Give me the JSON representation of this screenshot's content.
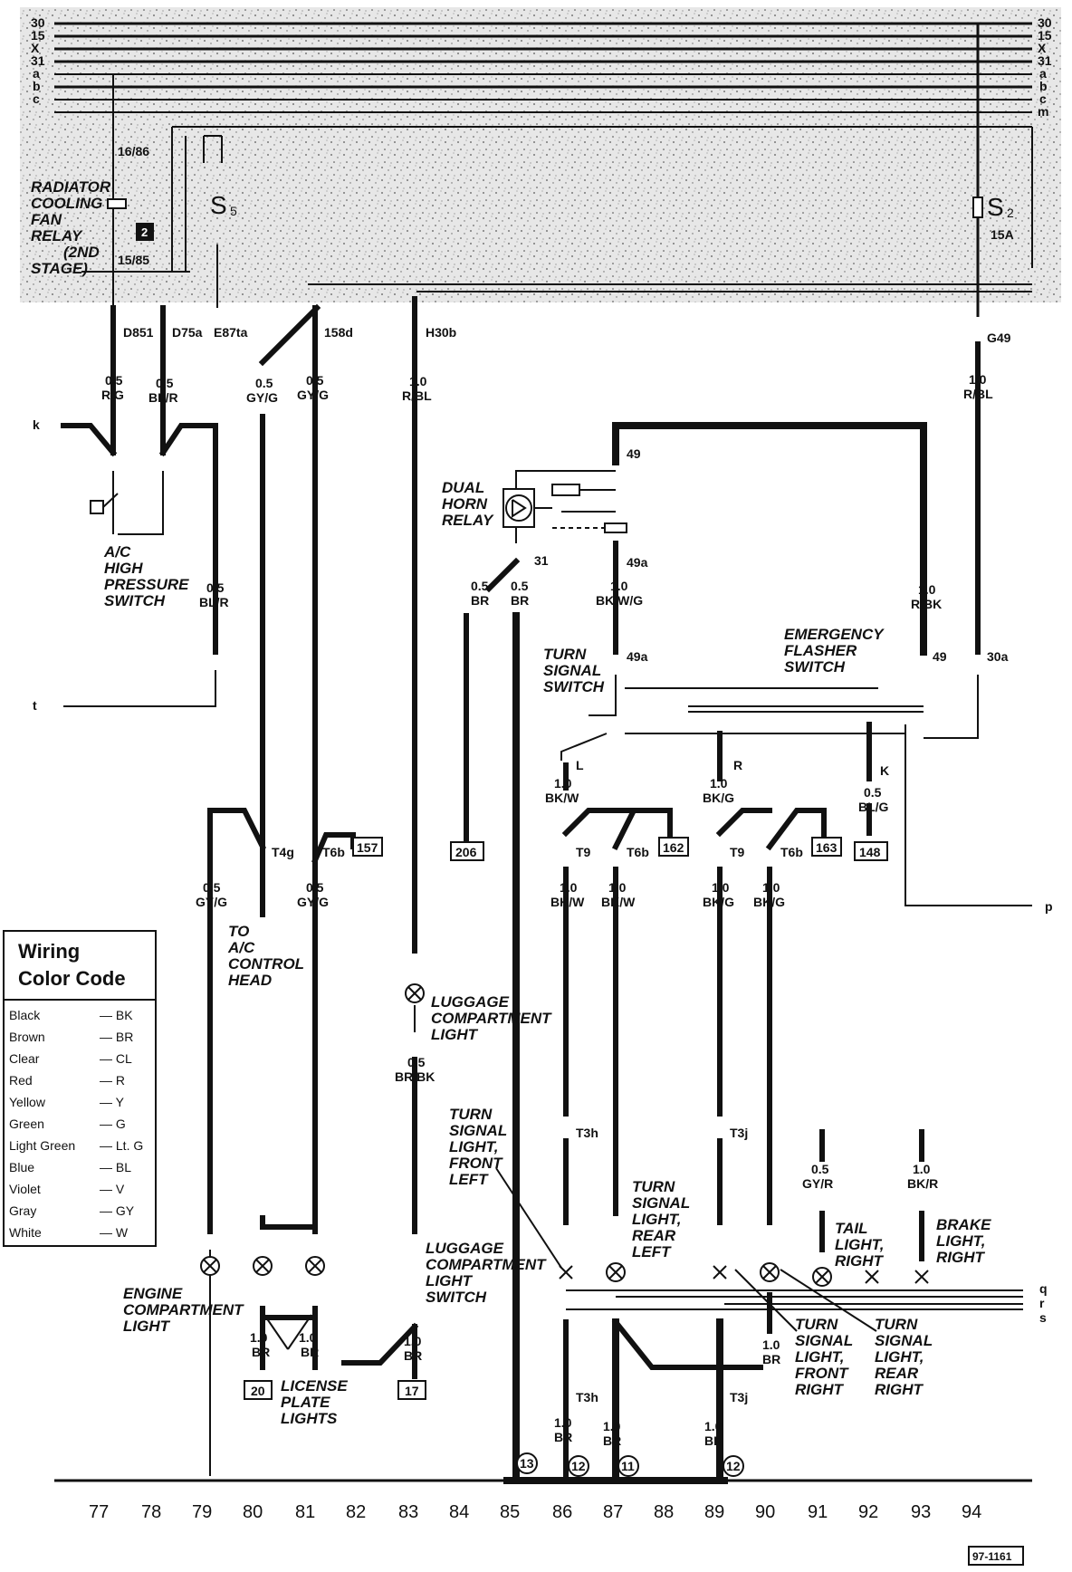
{
  "bus_labels_left": [
    "30",
    "15",
    "X",
    "31",
    "a",
    "b",
    "c"
  ],
  "bus_labels_right": [
    "30",
    "15",
    "X",
    "31",
    "a",
    "b",
    "c",
    "m"
  ],
  "relay": {
    "pin_top": "16/86",
    "pin_bottom": "15/85",
    "name_lines": [
      "RADIATOR",
      "COOLING",
      "FAN",
      "RELAY",
      "(2ND",
      "STAGE)"
    ],
    "badge": "2"
  },
  "fuse_s5": {
    "label": "S",
    "sub": "5"
  },
  "fuse_s2": {
    "label": "S",
    "sub": "2",
    "rating": "15A"
  },
  "connector_codes": [
    "D851",
    "D75a",
    "E87ta",
    "158d",
    "H30b",
    "G49"
  ],
  "wire_specs": [
    {
      "gauge": "0.5",
      "color": "R/G"
    },
    {
      "gauge": "0.5",
      "color": "BL/R"
    },
    {
      "gauge": "0.5",
      "color": "GY/G"
    },
    {
      "gauge": "0.5",
      "color": "GY/G"
    },
    {
      "gauge": "1.0",
      "color": "R/BL"
    },
    {
      "gauge": "1.0",
      "color": "R/BL"
    },
    {
      "gauge": "0.5",
      "color": "BL/R"
    },
    {
      "gauge": "0.5",
      "color": "BR"
    },
    {
      "gauge": "0.5",
      "color": "BR"
    },
    {
      "gauge": "1.0",
      "color": "BK/W/G"
    },
    {
      "gauge": "1.0",
      "color": "R/BK"
    },
    {
      "gauge": "1.0",
      "color": "BK/W"
    },
    {
      "gauge": "1.0",
      "color": "BK/G"
    },
    {
      "gauge": "0.5",
      "color": "BL/G"
    },
    {
      "gauge": "0.5",
      "color": "GY/G"
    },
    {
      "gauge": "0.5",
      "color": "GY/G"
    },
    {
      "gauge": "1.0",
      "color": "BK/W"
    },
    {
      "gauge": "1.0",
      "color": "BK/W"
    },
    {
      "gauge": "1.0",
      "color": "BK/G"
    },
    {
      "gauge": "1.0",
      "color": "BK/G"
    },
    {
      "gauge": "0.5",
      "color": "BR/BK"
    },
    {
      "gauge": "0.5",
      "color": "GY/R"
    },
    {
      "gauge": "1.0",
      "color": "BK/R"
    },
    {
      "gauge": "1.0",
      "color": "BR"
    },
    {
      "gauge": "1.0",
      "color": "BR"
    },
    {
      "gauge": "1.0",
      "color": "BR"
    },
    {
      "gauge": "1.0",
      "color": "BR"
    },
    {
      "gauge": "1.0",
      "color": "BR"
    },
    {
      "gauge": "1.0",
      "color": "BR"
    },
    {
      "gauge": "1.0",
      "color": "BR"
    }
  ],
  "edge_labels": [
    "k",
    "t",
    "p",
    "q",
    "r",
    "s"
  ],
  "terminals": [
    "49",
    "31",
    "49a",
    "49a",
    "49",
    "30a",
    "L",
    "R",
    "K"
  ],
  "connectors": [
    "T4g",
    "T6b",
    "T9",
    "T6b",
    "T9",
    "T6b",
    "T3h",
    "T3j",
    "T3h",
    "T3j"
  ],
  "ref_boxes": [
    "157",
    "206",
    "162",
    "163",
    "148",
    "20",
    "17"
  ],
  "ground_refs": [
    "13",
    "12",
    "11",
    "12"
  ],
  "components": {
    "ac_switch": [
      "A/C",
      "HIGH",
      "PRESSURE",
      "SWITCH"
    ],
    "horn_relay": [
      "DUAL",
      "HORN",
      "RELAY"
    ],
    "turn_switch": [
      "TURN",
      "SIGNAL",
      "SWITCH"
    ],
    "flasher_switch": [
      "EMERGENCY",
      "FLASHER",
      "SWITCH"
    ],
    "ac_head": [
      "TO",
      "A/C",
      "CONTROL",
      "HEAD"
    ],
    "luggage_light": [
      "LUGGAGE",
      "COMPARTMENT",
      "LIGHT"
    ],
    "luggage_switch": [
      "LUGGAGE",
      "COMPARTMENT",
      "LIGHT",
      "SWITCH"
    ],
    "engine_light": [
      "ENGINE",
      "COMPARTMENT",
      "LIGHT"
    ],
    "license_lights": [
      "LICENSE",
      "PLATE",
      "LIGHTS"
    ],
    "turn_front_left": [
      "TURN",
      "SIGNAL",
      "LIGHT,",
      "FRONT",
      "LEFT"
    ],
    "turn_rear_left": [
      "TURN",
      "SIGNAL",
      "LIGHT,",
      "REAR",
      "LEFT"
    ],
    "turn_front_right": [
      "TURN",
      "SIGNAL",
      "LIGHT,",
      "FRONT",
      "RIGHT"
    ],
    "turn_rear_right": [
      "TURN",
      "SIGNAL",
      "LIGHT,",
      "REAR",
      "RIGHT"
    ],
    "tail_right": [
      "TAIL",
      "LIGHT,",
      "RIGHT"
    ],
    "brake_right": [
      "BRAKE",
      "LIGHT,",
      "RIGHT"
    ]
  },
  "legend": {
    "title": [
      "Wiring",
      "Color Code"
    ],
    "rows": [
      {
        "name": "Black",
        "code": "— BK"
      },
      {
        "name": "Brown",
        "code": "— BR"
      },
      {
        "name": "Clear",
        "code": "— CL"
      },
      {
        "name": "Red",
        "code": "— R"
      },
      {
        "name": "Yellow",
        "code": "— Y"
      },
      {
        "name": "Green",
        "code": "— G"
      },
      {
        "name": "Light Green",
        "code": "— Lt. G"
      },
      {
        "name": "Blue",
        "code": "— BL"
      },
      {
        "name": "Violet",
        "code": "— V"
      },
      {
        "name": "Gray",
        "code": "— GY"
      },
      {
        "name": "White",
        "code": "— W"
      }
    ]
  },
  "columns": [
    "77",
    "78",
    "79",
    "80",
    "81",
    "82",
    "83",
    "84",
    "85",
    "86",
    "87",
    "88",
    "89",
    "90",
    "91",
    "92",
    "93",
    "94"
  ],
  "doc_id": "97-1161"
}
